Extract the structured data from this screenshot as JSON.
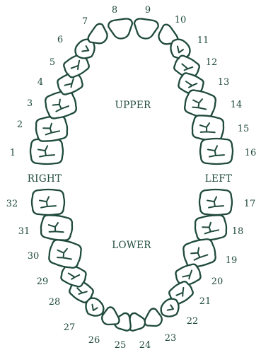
{
  "labels": {
    "upper": "UPPER",
    "lower": "LOWER",
    "right": "RIGHT",
    "left": "LEFT"
  },
  "colors": {
    "line": "#1f4a3c",
    "fill": "#ffffff"
  },
  "teeth": [
    "1",
    "2",
    "3",
    "4",
    "5",
    "6",
    "7",
    "8",
    "9",
    "10",
    "11",
    "12",
    "13",
    "14",
    "15",
    "16",
    "17",
    "18",
    "19",
    "20",
    "21",
    "22",
    "23",
    "24",
    "25",
    "26",
    "27",
    "28",
    "29",
    "30",
    "31",
    "32"
  ]
}
